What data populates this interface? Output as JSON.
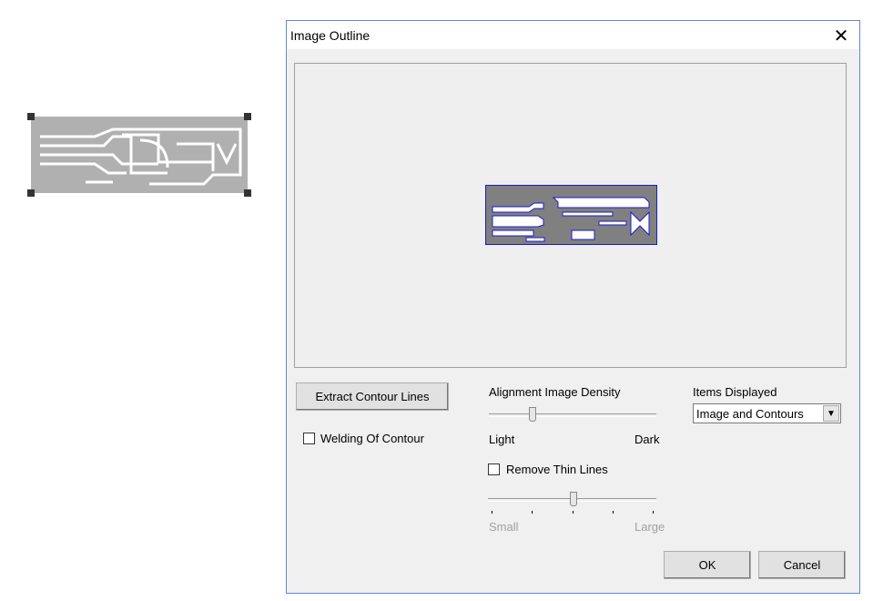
{
  "dialog": {
    "title": "Image Outline",
    "close_icon": "close-icon"
  },
  "buttons": {
    "extract": "Extract Contour Lines",
    "ok": "OK",
    "cancel": "Cancel"
  },
  "welding": {
    "label": "Welding Of Contour",
    "checked": false
  },
  "density": {
    "label": "Alignment Image Density",
    "min_label": "Light",
    "max_label": "Dark",
    "value_fraction": 0.27
  },
  "thin_lines": {
    "label": "Remove Thin Lines",
    "checked": false,
    "min_label": "Small",
    "max_label": "Large",
    "value_fraction": 0.5,
    "enabled": false
  },
  "items_displayed": {
    "label": "Items Displayed",
    "selected": "Image and Contours"
  },
  "colors": {
    "contour": "#1a1acc",
    "image_gray": "#808080",
    "canvas_gray": "#b0b0b0"
  }
}
